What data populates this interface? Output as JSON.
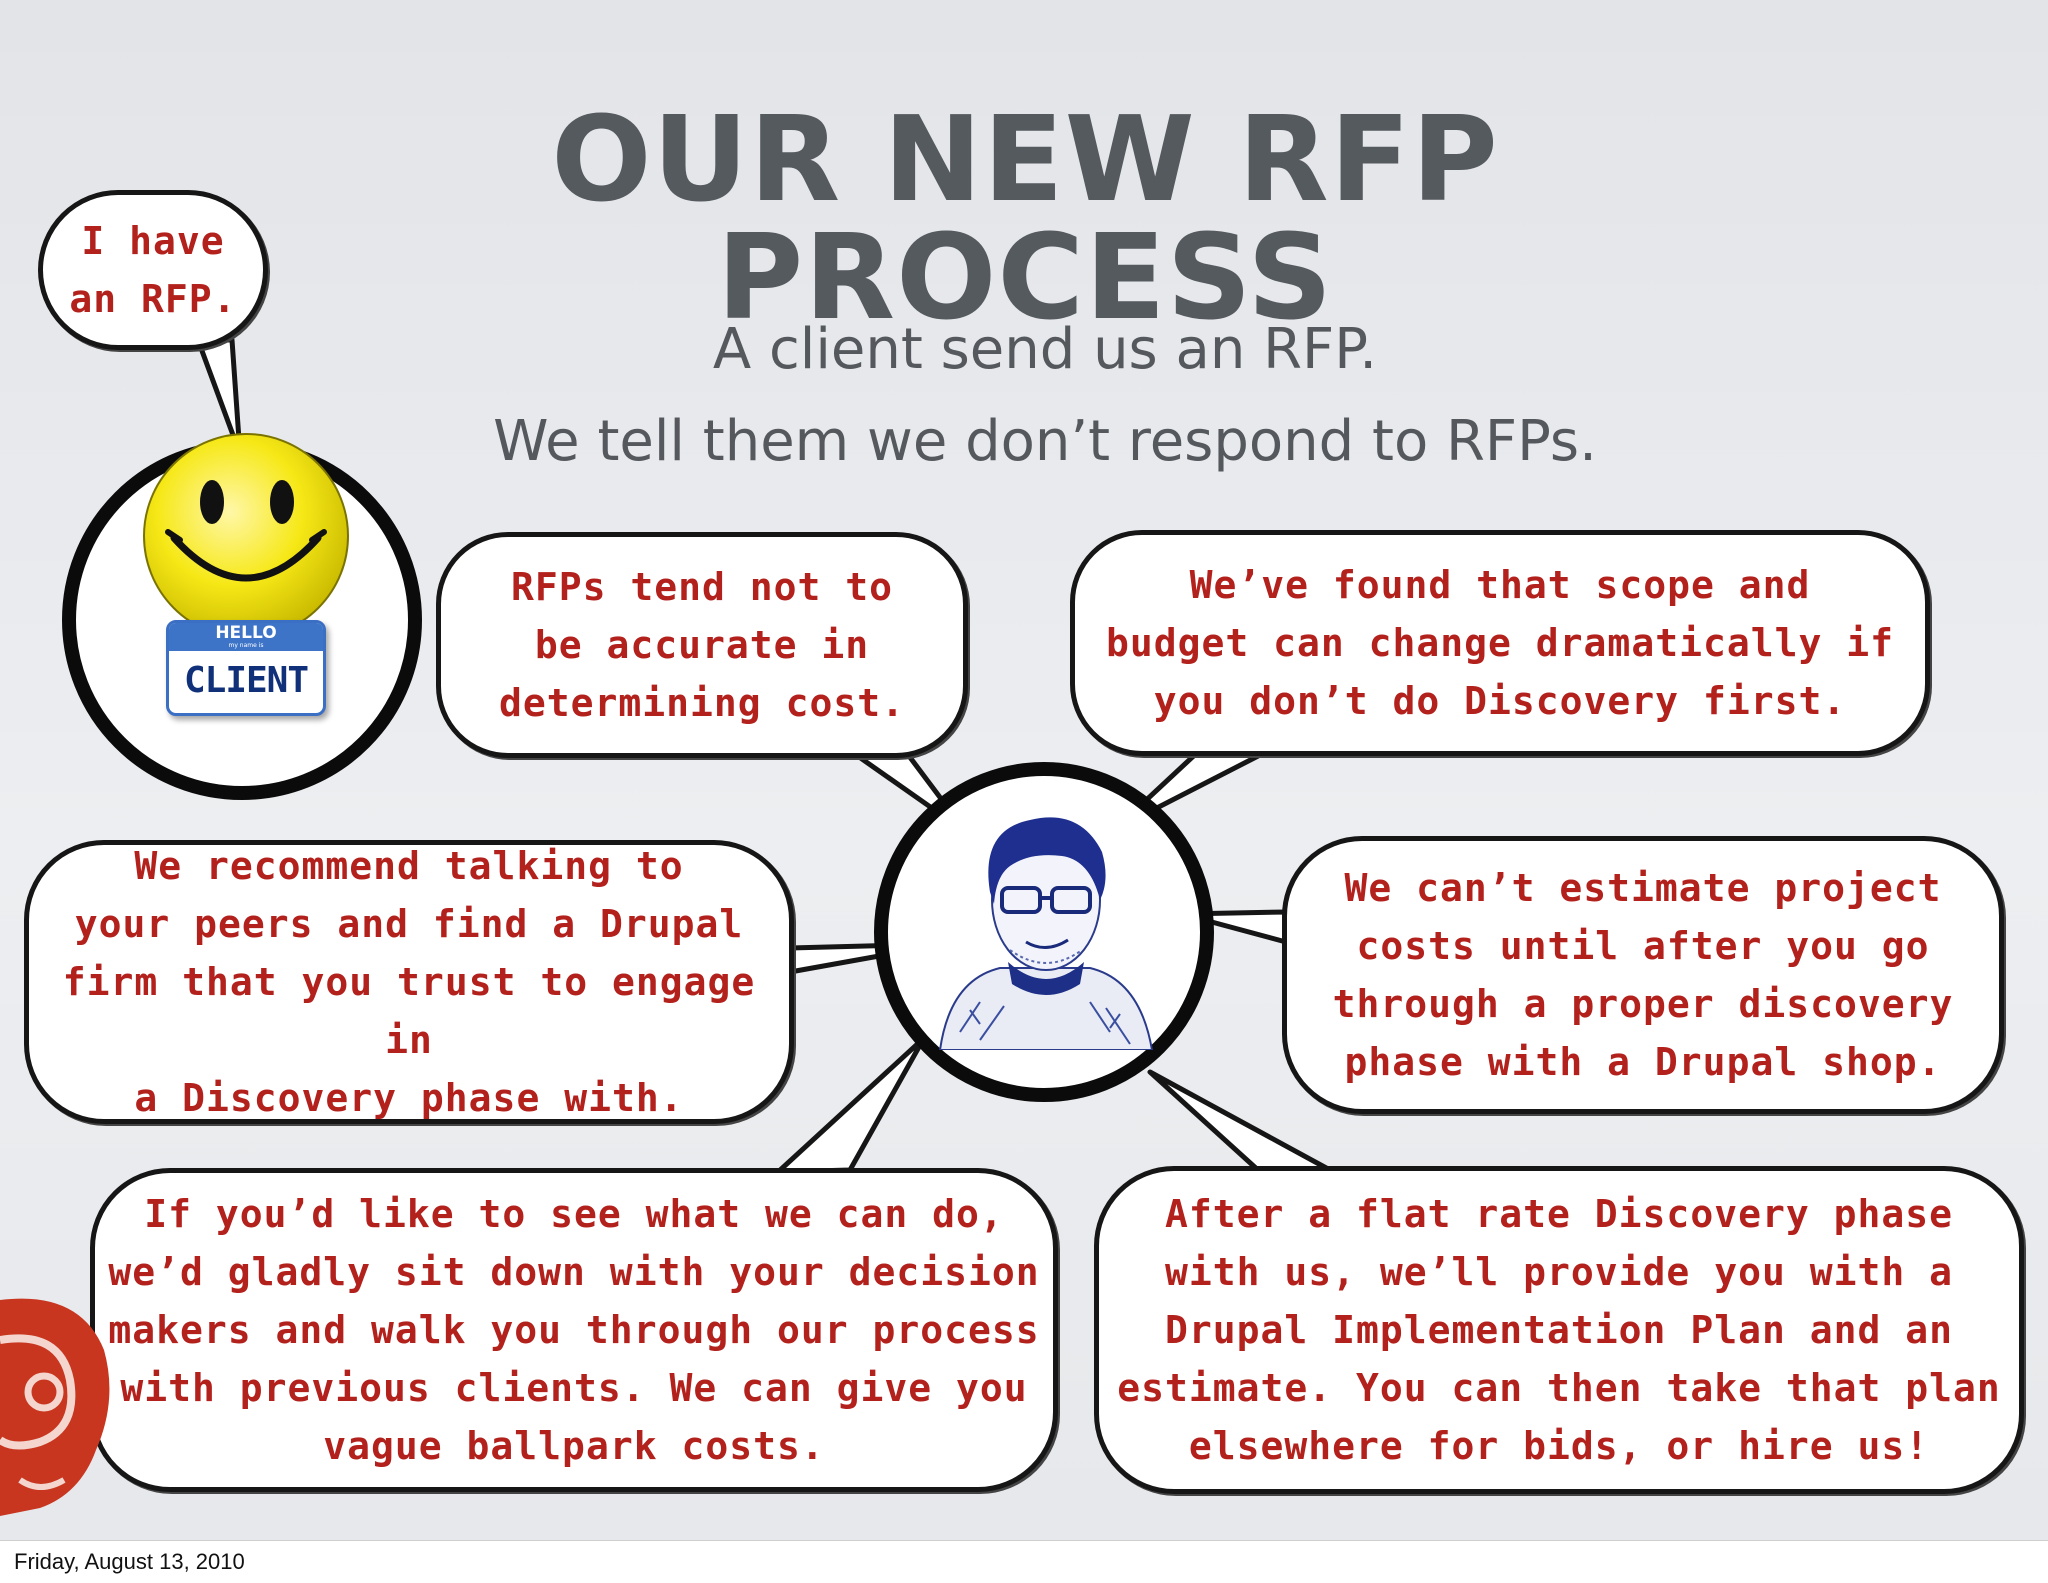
{
  "slide": {
    "title": "OUR NEW RFP PROCESS",
    "subtitle_lines": [
      "A client send us an RFP.",
      "We tell them we don’t respond to RFPs."
    ]
  },
  "client": {
    "speech": [
      "I have",
      "an RFP."
    ],
    "name_tag": {
      "hello": "HELLO",
      "my_name_is": "my name is",
      "name": "CLIENT"
    },
    "face_icon": "smiley-face-icon"
  },
  "agency": {
    "avatar_icon": "person-sketch-icon",
    "bubbles": {
      "rfp_accuracy": [
        "RFPs tend not to",
        "be accurate in",
        "determining cost."
      ],
      "scope_budget": [
        "We’ve found that scope and",
        "budget can change dramatically if",
        "you don’t do Discovery first."
      ],
      "recommend": [
        "We recommend talking to",
        "your peers and find a Drupal",
        "firm that you trust to engage in",
        "a Discovery phase with."
      ],
      "estimate": [
        "We can’t estimate project",
        "costs until after you go",
        "through a proper discovery",
        "phase with a Drupal shop."
      ],
      "see_what": [
        "If you’d like to see what we can do,",
        "we’d gladly sit down with your decision",
        "makers and walk you through our process",
        "with previous clients. We can give you",
        "vague ballpark costs."
      ],
      "after_discovery": [
        "After a flat rate Discovery phase",
        "with us, we’ll provide you with a",
        "Drupal Implementation Plan and an",
        "estimate. You can then take that plan",
        "elsewhere for bids, or hire us!"
      ]
    }
  },
  "footer": {
    "date": "Friday, August 13, 2010"
  },
  "colors": {
    "bubble_text": "#b3211d",
    "title_text": "#555a5e",
    "ring": "#0b0b0b",
    "logo_red": "#c8361f"
  }
}
